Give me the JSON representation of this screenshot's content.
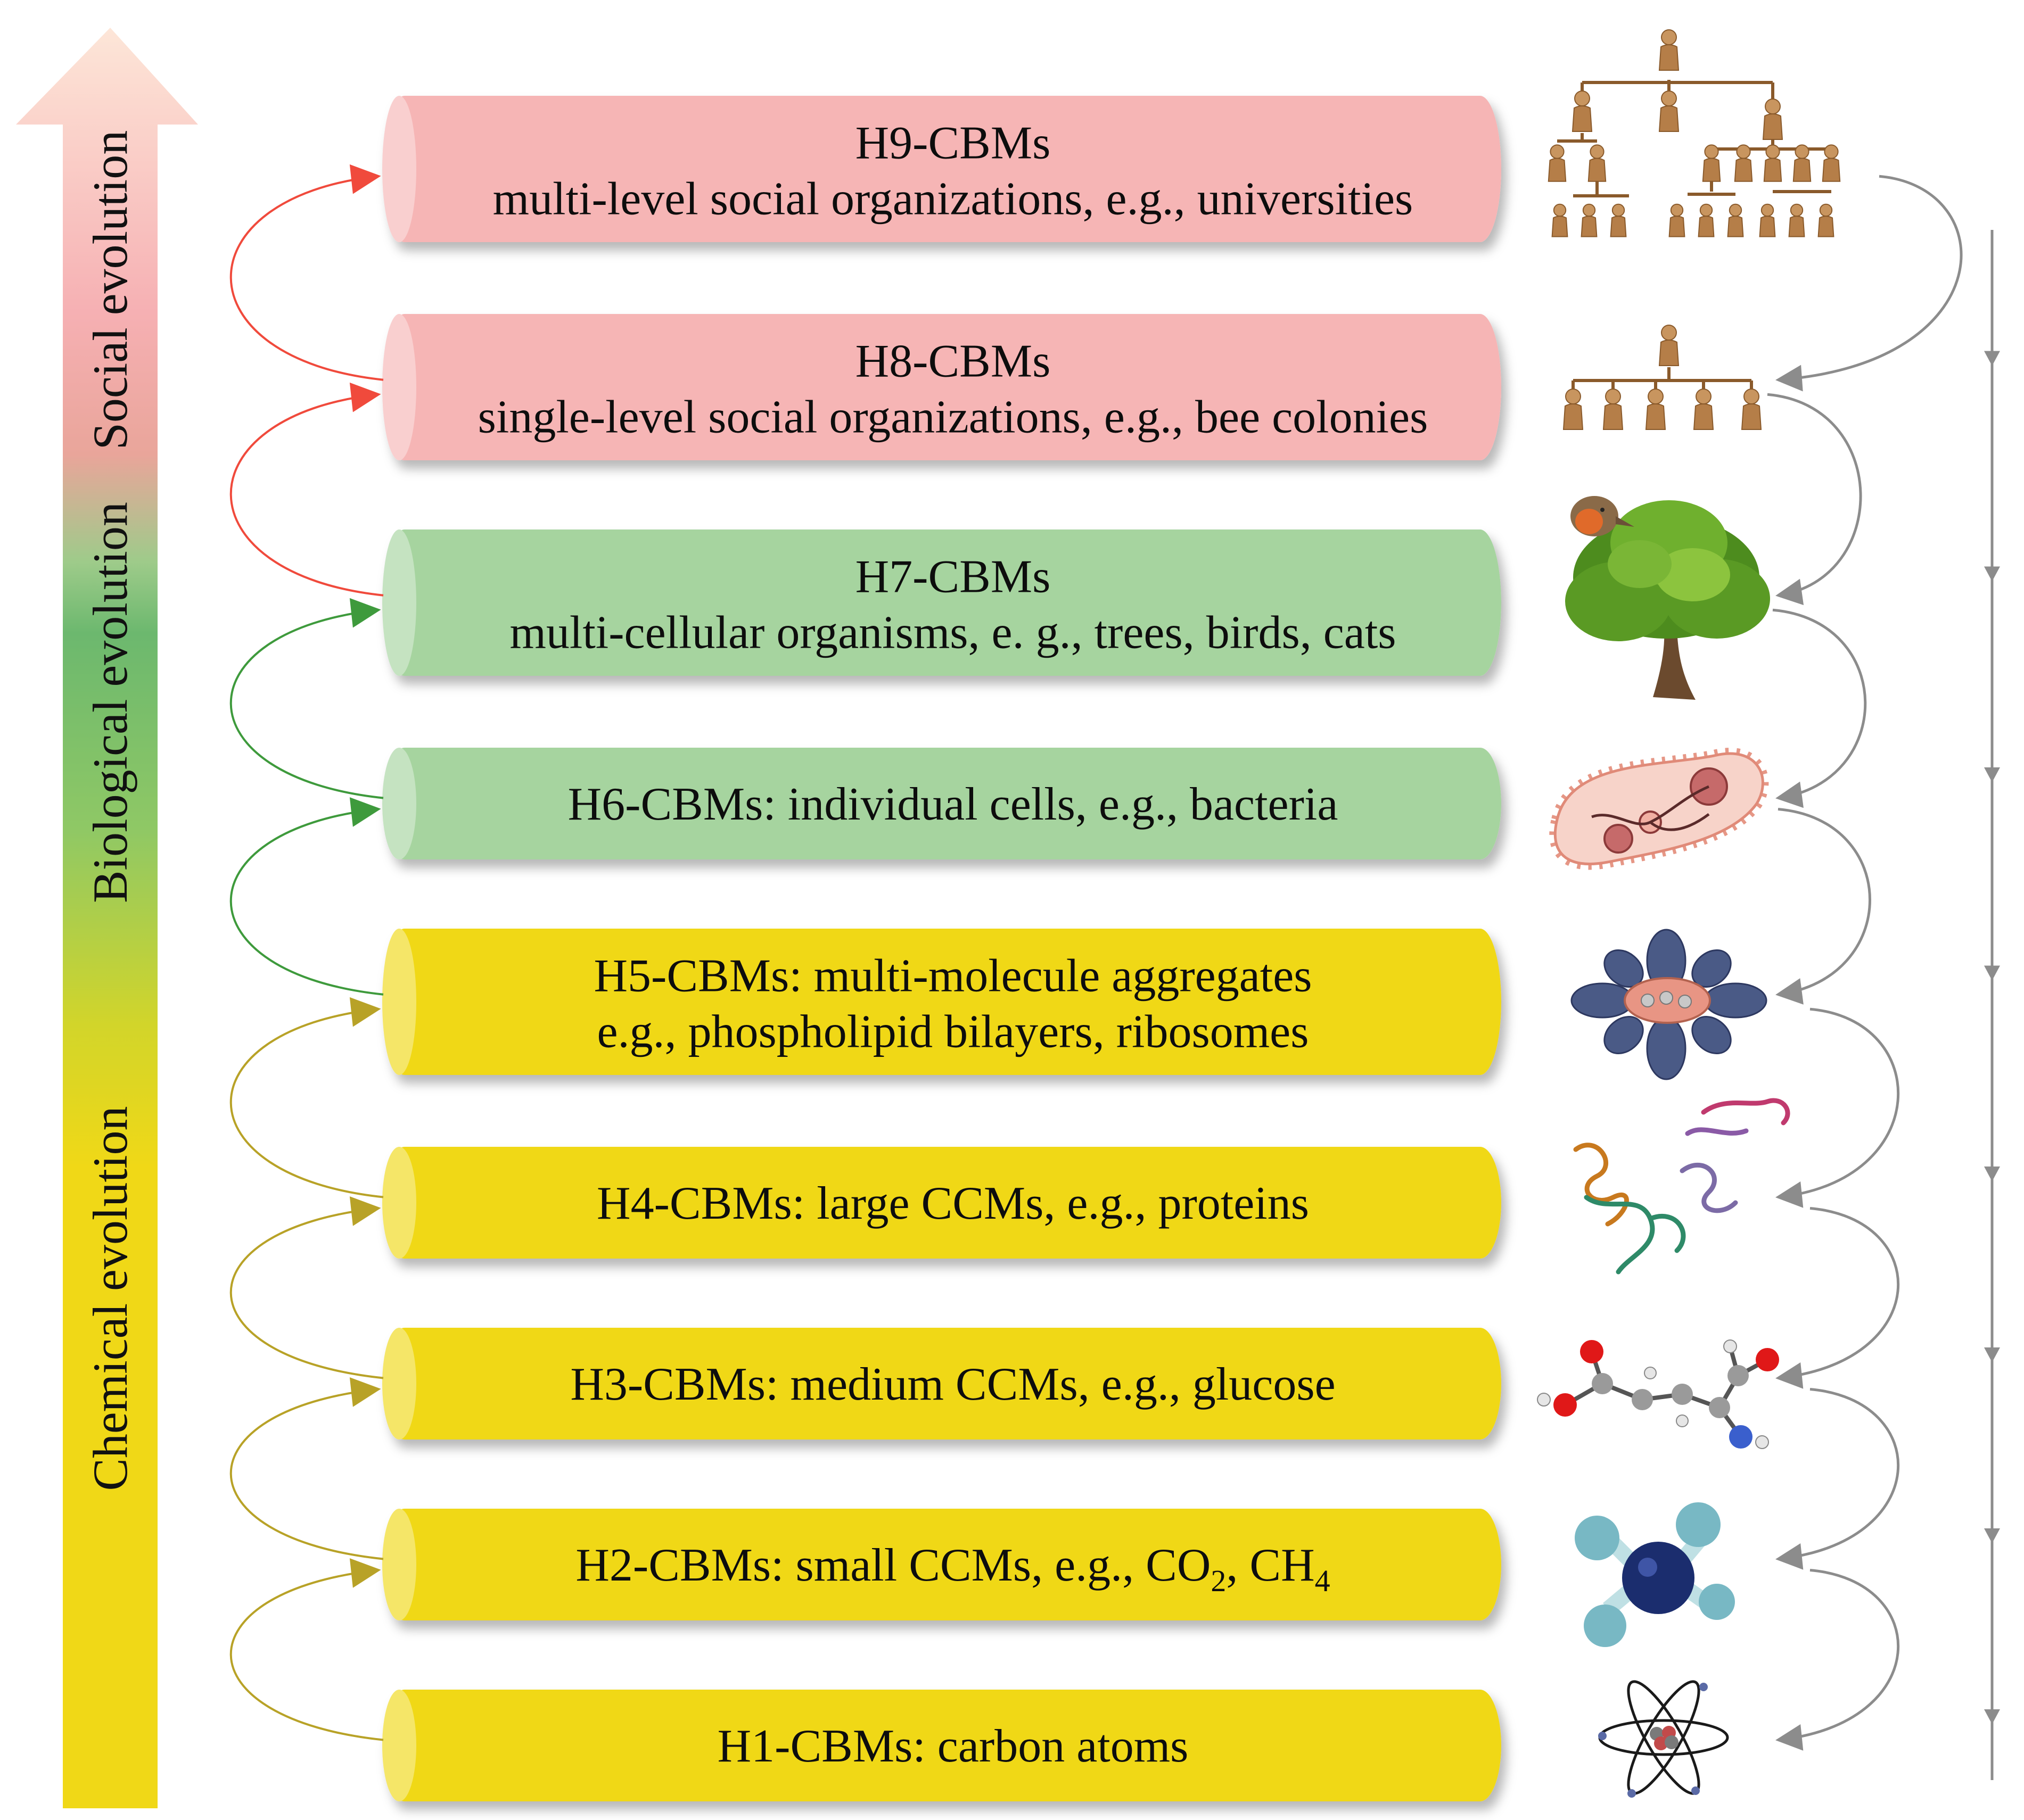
{
  "axis": {
    "social": "Social evolution",
    "biological": "Biological evolution",
    "chemical": "Chemical evolution"
  },
  "colors": {
    "social": "#f6b5b5",
    "biological": "#a6d49f",
    "chemical": "#f0d817",
    "social_arrow": "#f04a3c",
    "biological_arrow": "#3e9a3c",
    "chemical_arrow": "#b8a227",
    "down_arrow": "#8c8c8c"
  },
  "levels": [
    {
      "id": "h9",
      "group": "social",
      "lines": [
        "H9-CBMs",
        "multi-level social organizations, e.g., universities"
      ],
      "icon": "hierarchy-tree-icon"
    },
    {
      "id": "h8",
      "group": "social",
      "lines": [
        "H8-CBMs",
        "single-level social organizations, e.g., bee colonies"
      ],
      "icon": "hierarchy-icon"
    },
    {
      "id": "h7",
      "group": "biological",
      "lines": [
        "H7-CBMs",
        "multi-cellular organisms, e. g., trees, birds, cats"
      ],
      "icon": "tree-bird-icon"
    },
    {
      "id": "h6",
      "group": "biological",
      "lines": [
        "H6-CBMs: individual cells, e.g., bacteria"
      ],
      "icon": "bacterium-icon"
    },
    {
      "id": "h5",
      "group": "chemical",
      "lines": [
        "H5-CBMs: multi-molecule aggregates",
        "e.g., phospholipid bilayers, ribosomes"
      ],
      "icon": "aggregate-icon"
    },
    {
      "id": "h4",
      "group": "chemical",
      "lines": [
        "H4-CBMs: large CCMs, e.g., proteins"
      ],
      "icon": "protein-icon"
    },
    {
      "id": "h3",
      "group": "chemical",
      "lines": [
        "H3-CBMs: medium CCMs, e.g., glucose"
      ],
      "icon": "molecule-icon"
    },
    {
      "id": "h2",
      "group": "chemical",
      "lines": [
        "H2-CBMs: small CCMs, e.g., CO",
        "2",
        ", CH",
        "4"
      ],
      "icon": "methane-icon"
    },
    {
      "id": "h1",
      "group": "chemical",
      "lines": [
        "H1-CBMs: carbon atoms"
      ],
      "icon": "atom-icon"
    }
  ]
}
